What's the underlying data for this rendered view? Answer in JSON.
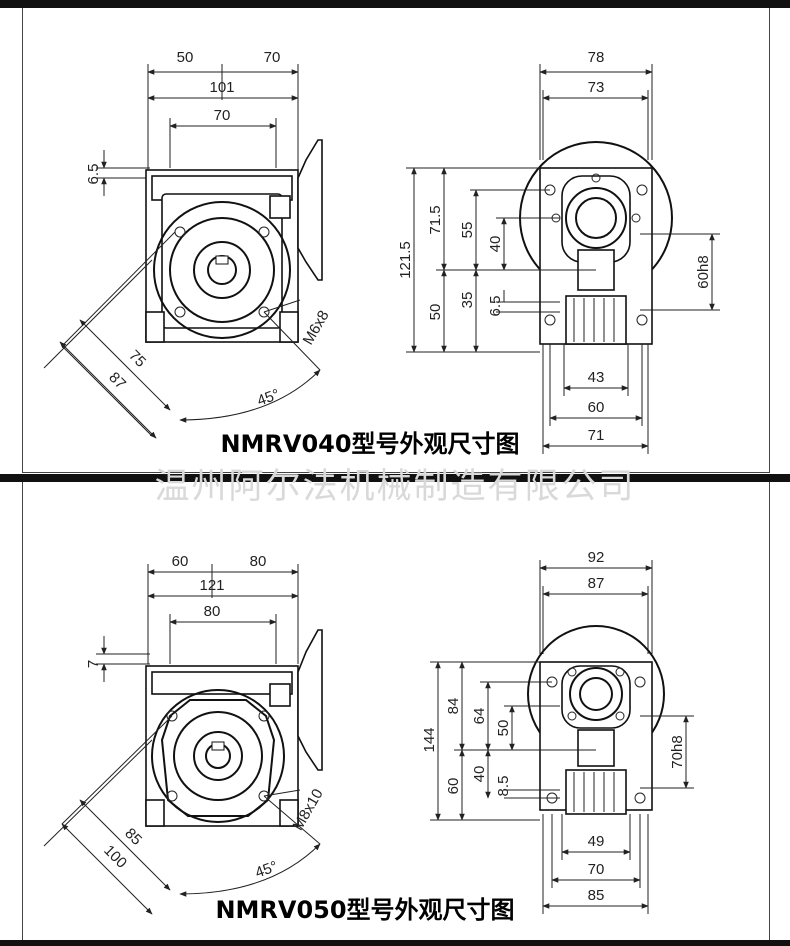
{
  "watermark": "温州阿尔法机械制造有限公司",
  "top": {
    "title": "NMRV040型号外观尺寸图",
    "dims": {
      "a": "50",
      "b": "70",
      "c": "101",
      "d": "70",
      "e": "6.5",
      "f": "75",
      "g": "87",
      "h": "45°",
      "i": "M6x8",
      "j": "78",
      "k": "73",
      "l": "121.5",
      "m": "71.5",
      "n": "55",
      "o": "40",
      "p": "50",
      "q": "35",
      "r": "6.5",
      "s": "60h8",
      "t": "43",
      "u": "60",
      "v": "71"
    }
  },
  "bottom": {
    "title": "NMRV050型号外观尺寸图",
    "dims": {
      "a": "60",
      "b": "80",
      "c": "121",
      "d": "80",
      "e": "7",
      "f": "85",
      "g": "100",
      "h": "45°",
      "i": "M8x10",
      "j": "92",
      "k": "87",
      "l": "144",
      "m": "84",
      "n": "64",
      "o": "50",
      "p": "60",
      "q": "40",
      "r": "8.5",
      "s": "70h8",
      "t": "49",
      "u": "70",
      "v": "85"
    }
  }
}
